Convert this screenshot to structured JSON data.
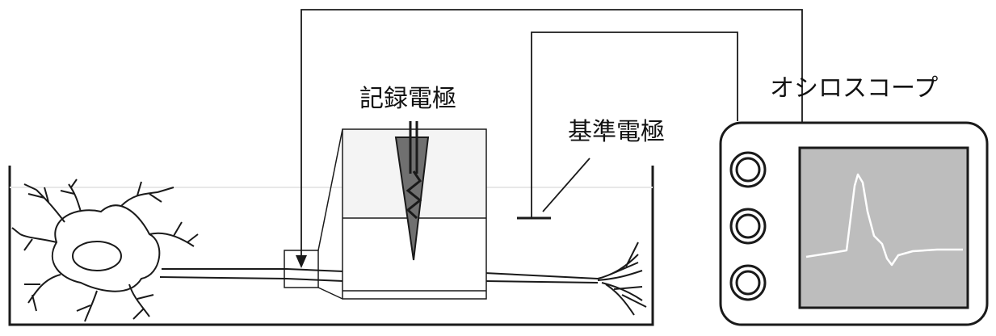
{
  "labels": {
    "recording_electrode": "記録電極",
    "reference_electrode": "基準電極",
    "oscilloscope": "オシロスコープ"
  },
  "colors": {
    "line": "#1a1a1a",
    "electrode_fill": "#707070",
    "screen_fill": "#bdbdbd",
    "trace": "#ffffff"
  },
  "oscilloscope": {
    "knobs": [
      "knob-1",
      "knob-2",
      "knob-3"
    ]
  }
}
